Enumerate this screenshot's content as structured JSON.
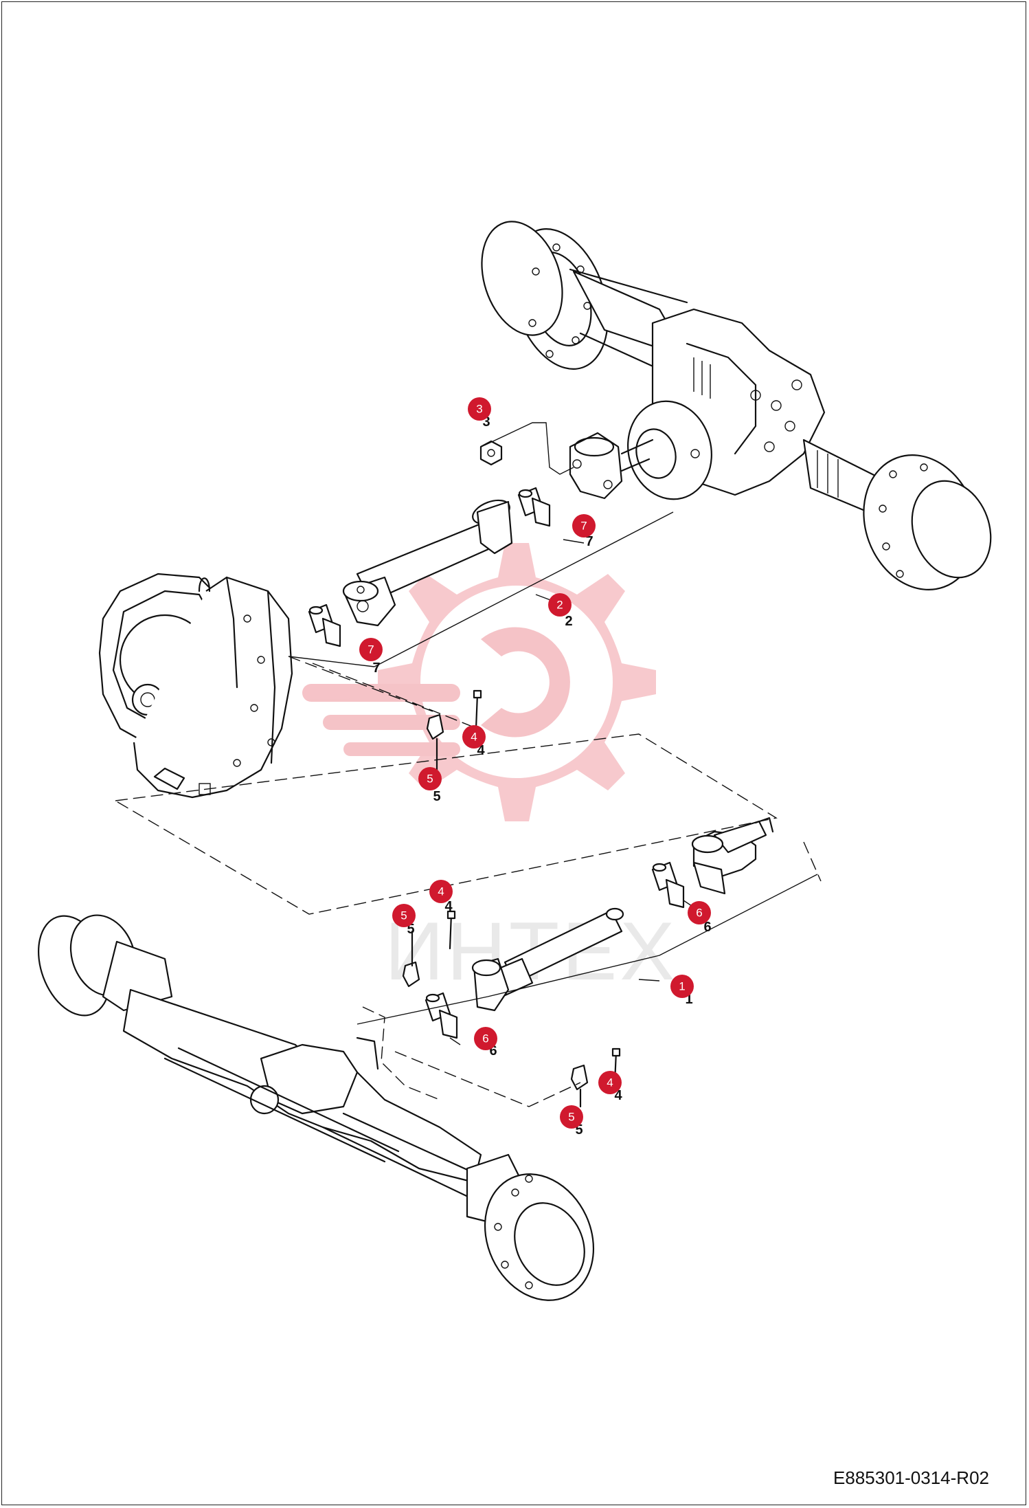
{
  "document_code": "E885301-0314-R02",
  "accent_color": "#d0192e",
  "watermark": {
    "brand_text": "ИНТЕХ",
    "gear_color": "#f4b9be"
  },
  "callouts": [
    "1",
    "2",
    "3",
    "4",
    "5",
    "6",
    "7"
  ]
}
